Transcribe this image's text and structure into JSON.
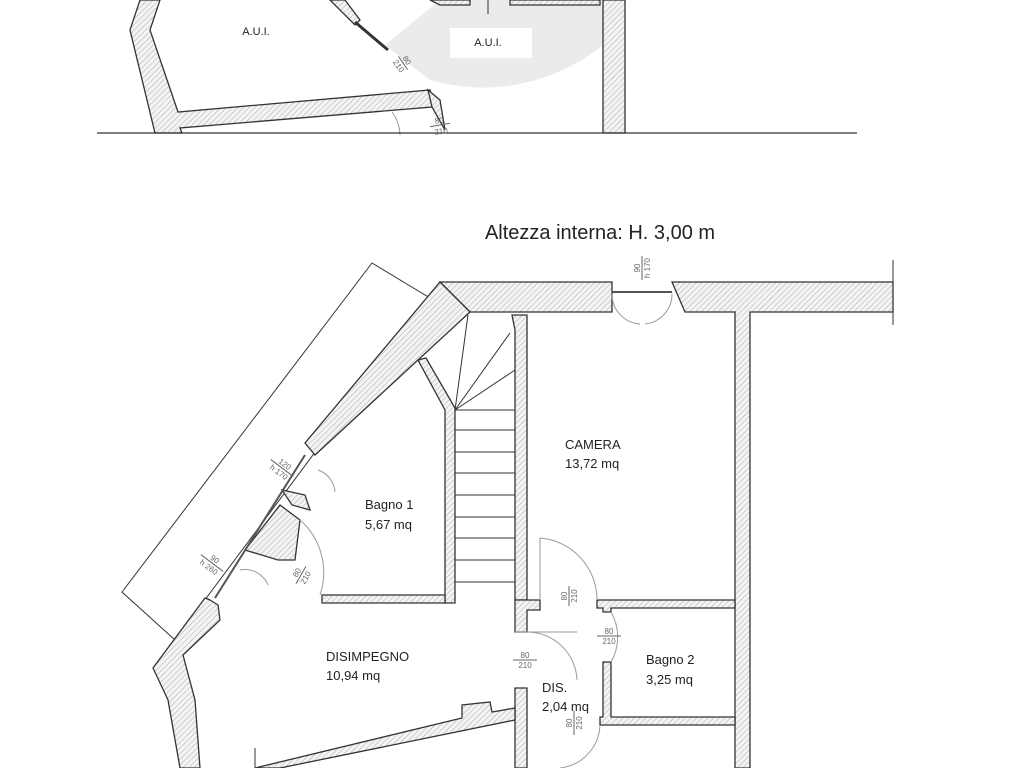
{
  "title": "Altezza interna: H. 3,00 m",
  "upper_plan": {
    "rooms": [
      {
        "name": "A.U.I."
      },
      {
        "name": "A.U.I."
      }
    ],
    "doors": [
      {
        "width": "80",
        "height": "210"
      },
      {
        "width": "80",
        "height": "210"
      }
    ]
  },
  "rooms": [
    {
      "name": "CAMERA",
      "area": "13,72 mq"
    },
    {
      "name": "Bagno 1",
      "area": "5,67 mq"
    },
    {
      "name": "DISIMPEGNO",
      "area": "10,94 mq"
    },
    {
      "name": "Bagno 2",
      "area": "3,25 mq"
    },
    {
      "name": "DIS.",
      "area": "2,04 mq"
    }
  ],
  "openings": [
    {
      "width": "90",
      "height": "h 170"
    },
    {
      "width": "120",
      "height": "h 170"
    },
    {
      "width": "90",
      "height": "h 260"
    },
    {
      "width": "80",
      "height": "210"
    },
    {
      "width": "80",
      "height": "210"
    },
    {
      "width": "80",
      "height": "210"
    },
    {
      "width": "80",
      "height": "210"
    },
    {
      "width": "80",
      "height": "210"
    }
  ],
  "colors": {
    "wall_stroke": "#333333",
    "door_arc": "#999999",
    "shade": "#e6e6e6"
  }
}
